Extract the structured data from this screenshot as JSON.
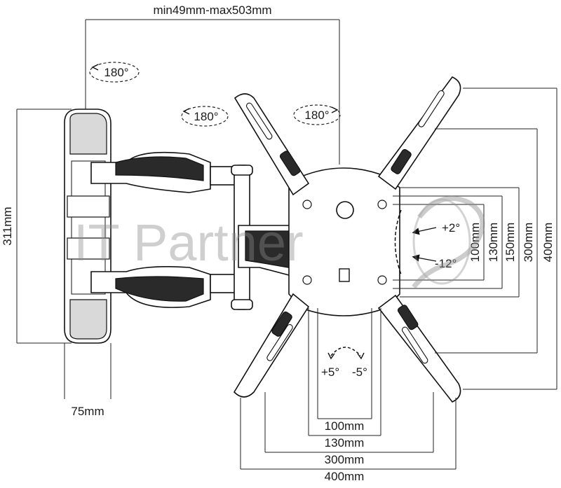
{
  "dimensions": {
    "arm_extension": "min49mm-max503mm",
    "wall_plate_height": "311mm",
    "wall_plate_width": "75mm",
    "vesa_v_100": "100mm",
    "vesa_v_130": "130mm",
    "vesa_v_150": "150mm",
    "vesa_v_300": "300mm",
    "vesa_v_400": "400mm",
    "vesa_h_100": "100mm",
    "vesa_h_130": "130mm",
    "vesa_h_300": "300mm",
    "vesa_h_400": "400mm"
  },
  "rotations": {
    "wall_pivot": "180°",
    "arm_pivot": "180°",
    "plate_pivot": "180°"
  },
  "tilt": {
    "up": "+2°",
    "down": "-12°"
  },
  "swivel": {
    "left": "+5°",
    "right": "-5°"
  },
  "watermark": "IT Partner"
}
